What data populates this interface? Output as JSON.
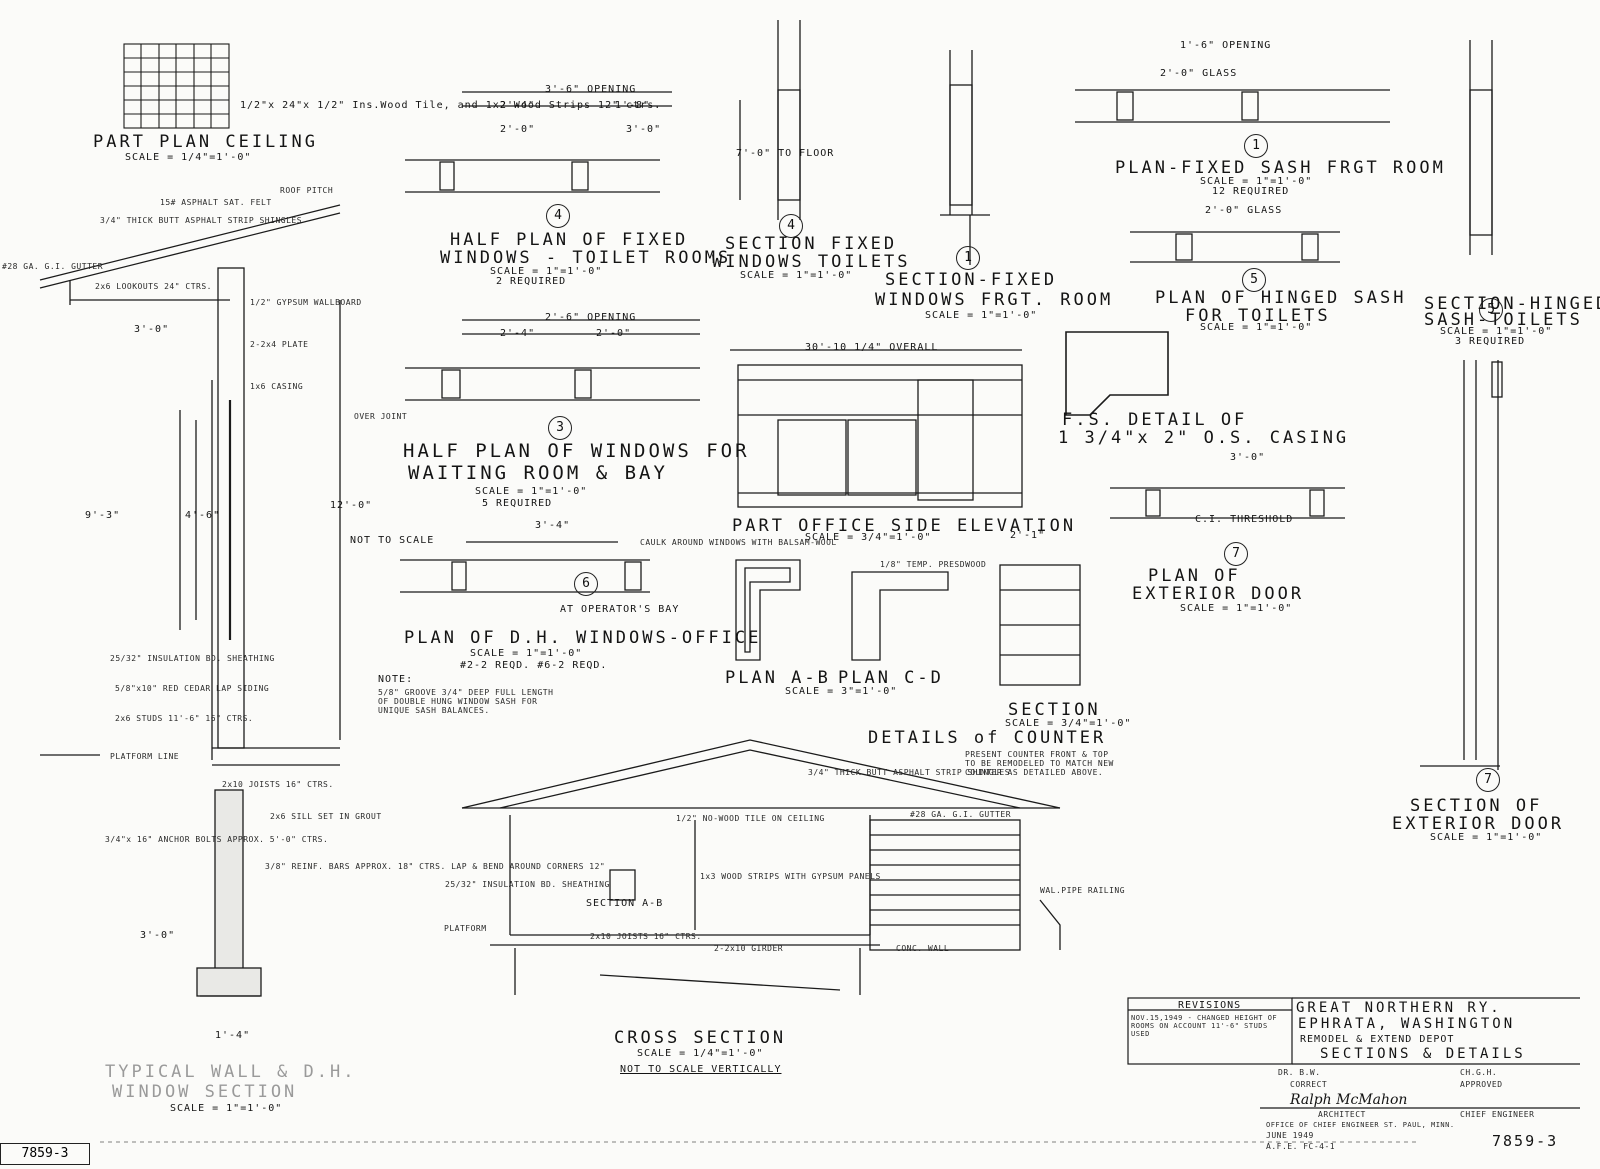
{
  "sheet": {
    "sheet_number": "7859-3",
    "sheet_number_corner": "7859-3"
  },
  "views": {
    "part_plan_ceiling": {
      "title": "PART PLAN CEILING",
      "scale": "SCALE = 1/4\"=1'-0\""
    },
    "typical_wall": {
      "title_1": "TYPICAL WALL & D.H.",
      "title_2": "WINDOW SECTION",
      "scale": "SCALE = 1\"=1'-0\""
    },
    "half_plan_toilet": {
      "number": "4",
      "title_1": "HALF PLAN OF FIXED",
      "title_2": "WINDOWS - TOILET ROOMS",
      "scale": "SCALE = 1\"=1'-0\"",
      "note": "2 REQUIRED"
    },
    "section_fixed_toilets": {
      "number": "4",
      "title_1": "SECTION FIXED",
      "title_2": "WINDOWS TOILETS",
      "scale": "SCALE = 1\"=1'-0\""
    },
    "section_fixed_frgt": {
      "number": "1",
      "title_1": "SECTION-FIXED",
      "title_2": "WINDOWS FRGT. ROOM",
      "scale": "SCALE = 1\"=1'-0\""
    },
    "plan_fixed_sash": {
      "number": "1",
      "title": "PLAN-FIXED SASH FRGT ROOM",
      "scale": "SCALE = 1\"=1'-0\"",
      "note": "12 REQUIRED"
    },
    "plan_hinged_sash": {
      "number": "5",
      "title_1": "PLAN OF HINGED SASH",
      "title_2": "FOR TOILETS",
      "scale": "SCALE = 1\"=1'-0\""
    },
    "section_hinged_sash": {
      "number": "5",
      "title_1": "SECTION-HINGED",
      "title_2": "SASH-TOILETS",
      "scale": "SCALE = 1\"=1'-0\"",
      "note": "3 REQUIRED"
    },
    "half_plan_waiting": {
      "number": "3",
      "title_1": "HALF PLAN OF WINDOWS FOR",
      "title_2": "WAITING ROOM & BAY",
      "scale": "SCALE = 1\"=1'-0\"",
      "note": "5 REQUIRED"
    },
    "fs_detail": {
      "title_1": "F.S. DETAIL OF",
      "title_2": "1 3/4\"x 2\" O.S. CASING"
    },
    "office_elevation": {
      "title": "PART OFFICE SIDE ELEVATION",
      "scale": "SCALE = 3/4\"=1'-0\"",
      "overall": "30'-10 1/4\" OVERALL"
    },
    "plan_dh_office": {
      "number": "6",
      "title": "PLAN OF D.H. WINDOWS-OFFICE",
      "scale": "SCALE = 1\"=1'-0\"",
      "note": "#2-2 REQD. #6-2 REQD."
    },
    "plan_exterior_door": {
      "number": "7",
      "title_1": "PLAN OF",
      "title_2": "EXTERIOR DOOR",
      "scale": "SCALE = 1\"=1'-0\""
    },
    "counter_details": {
      "plan_ab": "PLAN A-B",
      "plan_cd": "PLAN C-D",
      "section": "SECTION",
      "plans_scale": "SCALE = 3\"=1'-0\"",
      "section_scale": "SCALE = 3/4\"=1'-0\"",
      "title": "DETAILS of COUNTER"
    },
    "section_exterior_door": {
      "number": "7",
      "title_1": "SECTION OF",
      "title_2": "EXTERIOR DOOR",
      "scale": "SCALE = 1\"=1'-0\""
    },
    "cross_section": {
      "title": "CROSS SECTION",
      "scale": "SCALE = 1/4\"=1'-0\"",
      "note": "NOT TO SCALE VERTICALLY",
      "inner_label": "SECTION A-B"
    }
  },
  "dimensions": {
    "opening_3_6": "3'-6\" OPENING",
    "opening_2_6": "2'-6\" OPENING",
    "opening_1_6": "1'-6\" OPENING",
    "d_2_4": "2'-4\"",
    "d_1_8": "1'-8\"",
    "d_2_0": "2'-0\"",
    "d_3_0": "3'-0\"",
    "d_3_4": "3'-4\"",
    "d_4_6": "4'-6\"",
    "d_12_0": "12'-0\"",
    "d_9_3": "9'-3\"",
    "d_1_4": "1'-4\"",
    "d_2_1": "2'-1\"",
    "glass": "2'-0\" GLASS",
    "at_operators_bay": "AT OPERATOR'S BAY",
    "not_to_scale": "NOT TO SCALE",
    "d_3_0_b": "3'-0\"",
    "d_7_0": "7'-0\" TO FLOOR"
  },
  "notes": {
    "ceiling_tile": "1/2\"x 24\"x 1/2\" Ins.Wood Tile, and 1x2 Wood Strips 12\" ctrs.",
    "roof_pitch": "ROOF PITCH",
    "asphalt": "15# ASPHALT SAT. FELT",
    "shingles": "3/4\" THICK BUTT ASPHALT STRIP SHINGLES",
    "gutter": "#28 GA. G.I. GUTTER",
    "rafters": "2x6 LOOKOUTS 24\" CTRS.",
    "gypsum": "1/2\" GYPSUM WALLBOARD",
    "casing": "1x6 CASING",
    "over_joint": "OVER JOINT",
    "plate": "2-2x4 PLATE",
    "insulation": "25/32\" INSULATION BD. SHEATHING",
    "siding": "5/8\"x10\" RED CEDAR LAP SIDING",
    "studs": "2x6 STUDS 11'-6\" 16\" CTRS.",
    "platform_line": "PLATFORM LINE",
    "joists": "2x10 JOISTS 16\" CTRS.",
    "sill": "2x6 SILL SET IN GROUT",
    "anchor": "3/4\"x 16\" ANCHOR BOLTS APPROX. 5'-0\" CTRS.",
    "bars": "3/8\" REINF. BARS APPROX. 18\" CTRS. LAP & BEND AROUND CORNERS 12\"",
    "no_wood_tile": "1/2\" NO-WOOD TILE ON CEILING",
    "wood_strips": "1x3 WOOD STRIPS WITH GYPSUM PANELS",
    "conc_wall": "CONC. WALL",
    "girder": "2-2x10 GIRDER",
    "platform": "PLATFORM",
    "handrail": "WAL.PIPE RAILING",
    "counter_note": "PRESENT COUNTER FRONT & TOP TO BE REMODELED TO MATCH NEW COUNTER AS DETAILED ABOVE.",
    "dh_note_title": "NOTE:",
    "dh_note": "5/8\" GROOVE 3/4\" DEEP FULL LENGTH OF DOUBLE HUNG WINDOW SASH FOR UNIQUE SASH BALANCES.",
    "caulk": "CAULK AROUND WINDOWS WITH BALSAM-WOOL",
    "threshold": "C.I. THRESHOLD",
    "temp_pressw": "1/8\" TEMP. PRESDWOOD"
  },
  "revisions": {
    "heading": "REVISIONS",
    "entry": "NOV.15,1949 - CHANGED HEIGHT OF ROOMS ON ACCOUNT 11'-6\" STUDS USED"
  },
  "title_block": {
    "railway": "GREAT NORTHERN RY.",
    "location": "EPHRATA, WASHINGTON",
    "project": "REMODEL & EXTEND DEPOT",
    "sheet_title": "SECTIONS & DETAILS",
    "drawn_by": "DR. B.W.",
    "checked": "CH.G.H.",
    "correct": "CORRECT",
    "approved": "APPROVED",
    "architect": "ARCHITECT",
    "signature": "Ralph McMahon",
    "chief_engineer": "CHIEF ENGINEER",
    "office": "OFFICE OF CHIEF ENGINEER ST. PAUL, MINN.",
    "date": "JUNE 1949",
    "afe": "A.F.E. FC-4-1"
  }
}
